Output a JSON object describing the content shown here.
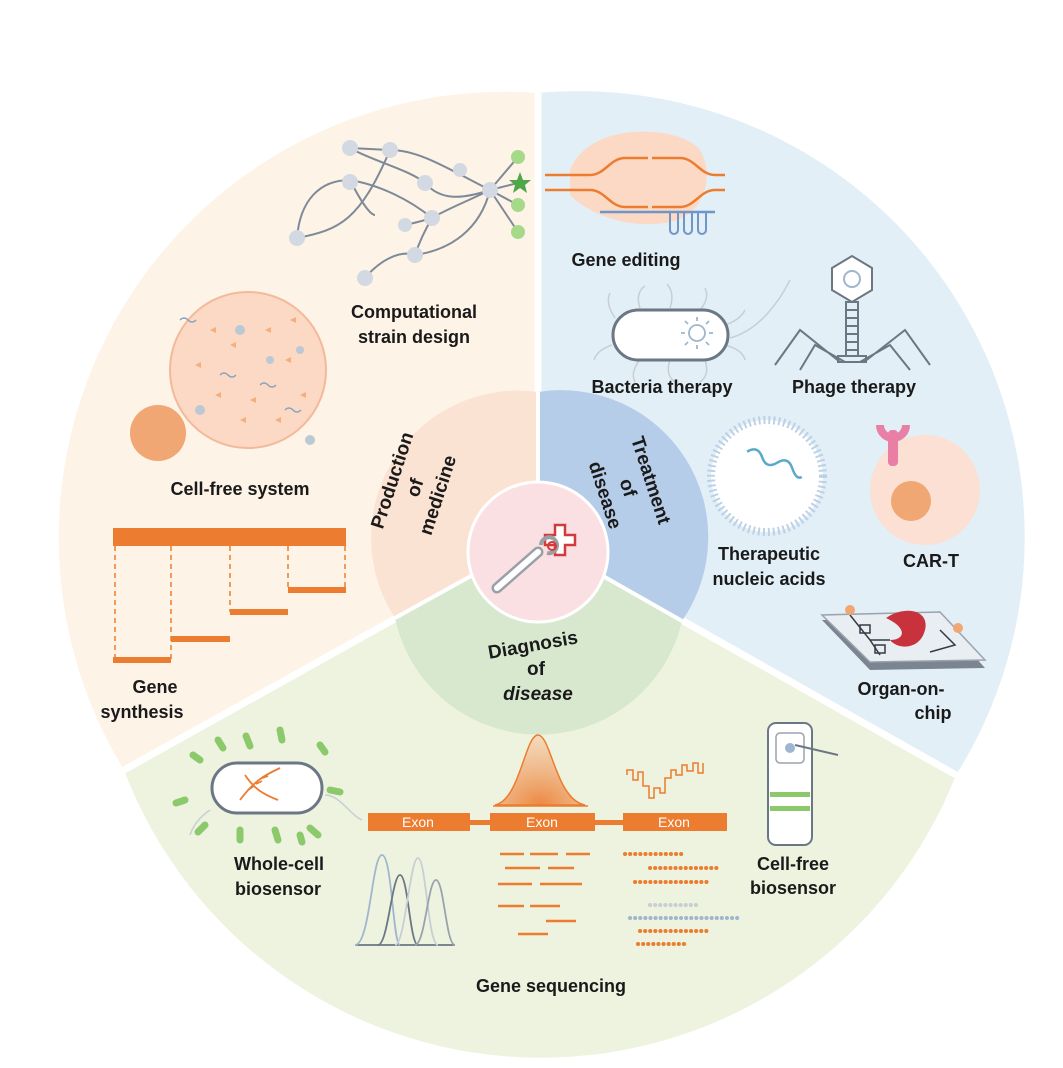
{
  "center": {
    "production": [
      "Production",
      "of",
      "medicine"
    ],
    "treatment": [
      "Treatment",
      "of",
      "disease"
    ],
    "diagnosis": [
      "Diagnosis",
      "of",
      "disease"
    ]
  },
  "production": {
    "computational": [
      "Computational",
      "strain design"
    ],
    "cell_free_system": "Cell-free system",
    "gene_synthesis": [
      "Gene",
      "synthesis"
    ]
  },
  "treatment": {
    "gene_editing": "Gene editing",
    "bacteria_therapy": "Bacteria therapy",
    "phage_therapy": "Phage therapy",
    "therapeutic": [
      "Therapeutic",
      "nucleic acids"
    ],
    "car_t": "CAR-T",
    "organ_on_chip": [
      "Organ-on-",
      "chip"
    ]
  },
  "diagnosis": {
    "whole_cell": [
      "Whole-cell",
      "biosensor"
    ],
    "exon_labels": [
      "Exon",
      "Exon",
      "Exon"
    ],
    "cell_free_biosensor": [
      "Cell-free",
      "biosensor"
    ],
    "gene_sequencing": "Gene sequencing"
  },
  "colors": {
    "production_bg": "#fdf3e6",
    "treatment_bg": "#e2eff7",
    "diagnosis_bg": "#eef3df",
    "production_ring": "#fbe3d3",
    "treatment_ring": "#b6cde9",
    "diagnosis_ring": "#d7e8cf",
    "hub": "#fbe0e3",
    "accent_orange": "#ec7c2f",
    "accent_green": "#8cc96b",
    "accent_red": "#d33a3a"
  }
}
